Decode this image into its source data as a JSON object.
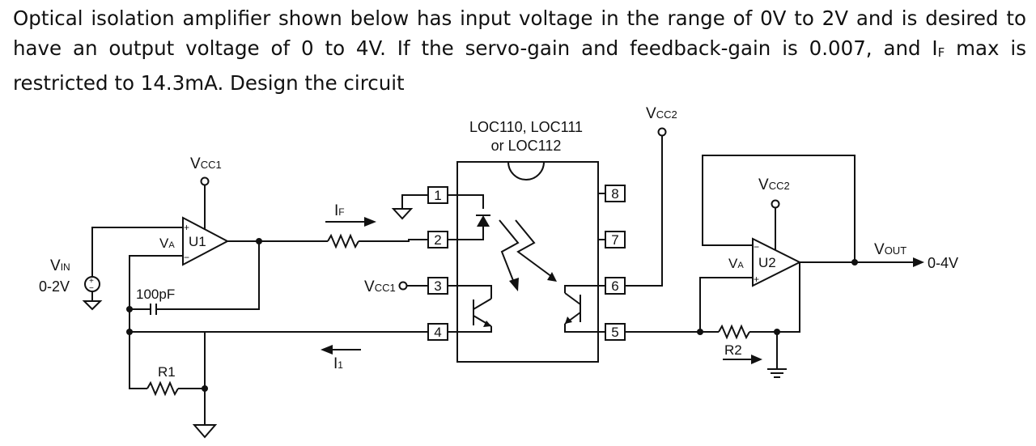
{
  "question": {
    "part1": "Optical isolation amplifier shown below has input voltage in the range of 0V to 2V and is desired to have an output voltage of 0 to 4V. If the servo-gain and feedback-gain is 0.007, and I",
    "if_sub": "F",
    "part2": " max is restricted to 14.3mA. Design the circuit"
  },
  "circuit": {
    "chip_label_line1": "LOC110, LOC111",
    "chip_label_line2": "or LOC112",
    "vcc1_main": "V",
    "vcc1_sub": "CC1",
    "vcc2_main": "V",
    "vcc2_sub": "CC2",
    "vin_main": "V",
    "vin_sub": "IN",
    "vin_range": "0-2V",
    "vout_main": "V",
    "vout_sub": "OUT",
    "vout_range": "0-4V",
    "u1": "U1",
    "u2": "U2",
    "va_main": "V",
    "va_sub": "A",
    "cap": "100pF",
    "r1": "R1",
    "r2": "R2",
    "if_main": "I",
    "if_sub": "F",
    "i1_main": "I",
    "i1_sub": "1",
    "plus": "+",
    "minus": "−",
    "pins": [
      "1",
      "2",
      "3",
      "4",
      "5",
      "6",
      "7",
      "8"
    ]
  }
}
